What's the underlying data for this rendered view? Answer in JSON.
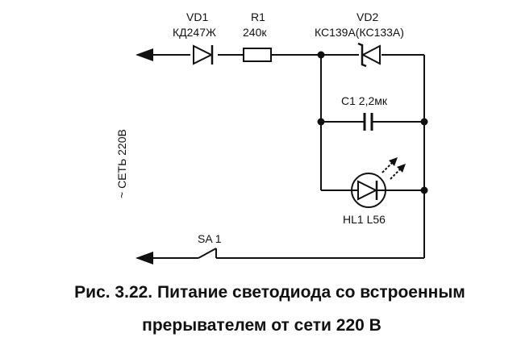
{
  "diagram": {
    "components": {
      "vd1": {
        "ref": "VD1",
        "type": "КД247Ж"
      },
      "r1": {
        "ref": "R1",
        "value": "240к"
      },
      "vd2": {
        "ref": "VD2",
        "type": "КС139А(КС133А)"
      },
      "c1": {
        "label": "C1 2,2мк"
      },
      "hl1": {
        "label": "HL1 L56"
      },
      "sa1": {
        "label": "SA 1"
      }
    },
    "mains_label": "~ СЕТЬ 220В"
  },
  "caption": {
    "line1": "Рис. 3.22. Питание светодиода со встроенным",
    "line2": "прерывателем от сети 220 В"
  }
}
